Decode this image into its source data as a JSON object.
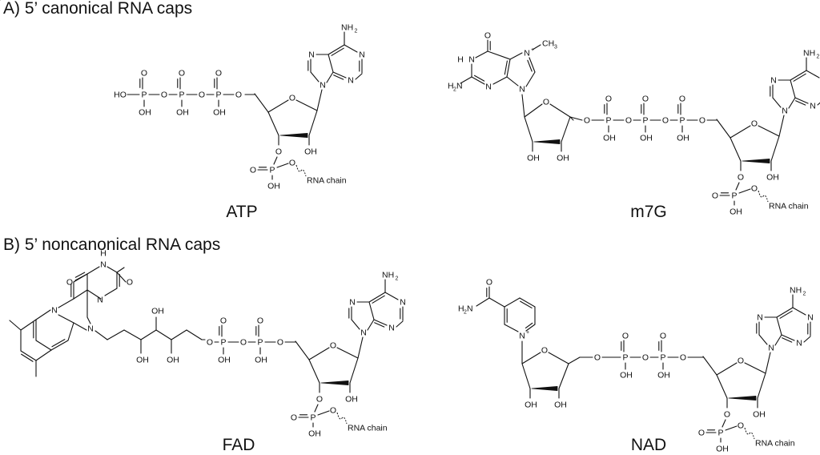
{
  "sections": {
    "a_title": "A) 5’ canonical RNA caps",
    "b_title": "B) 5’ noncanonical RNA caps"
  },
  "molecules": {
    "atp": "ATP",
    "m7g": "m7G",
    "fad": "FAD",
    "nad": "NAD"
  },
  "atoms": {
    "oh": "OH",
    "ho": "HO",
    "o": "O",
    "p": "P",
    "n": "N",
    "nh2": "NH",
    "h2n": "H",
    "h": "H",
    "ch3": "CH",
    "sub2": "2",
    "sub3": "3",
    "plus": "+",
    "rna": "RNA chain"
  }
}
